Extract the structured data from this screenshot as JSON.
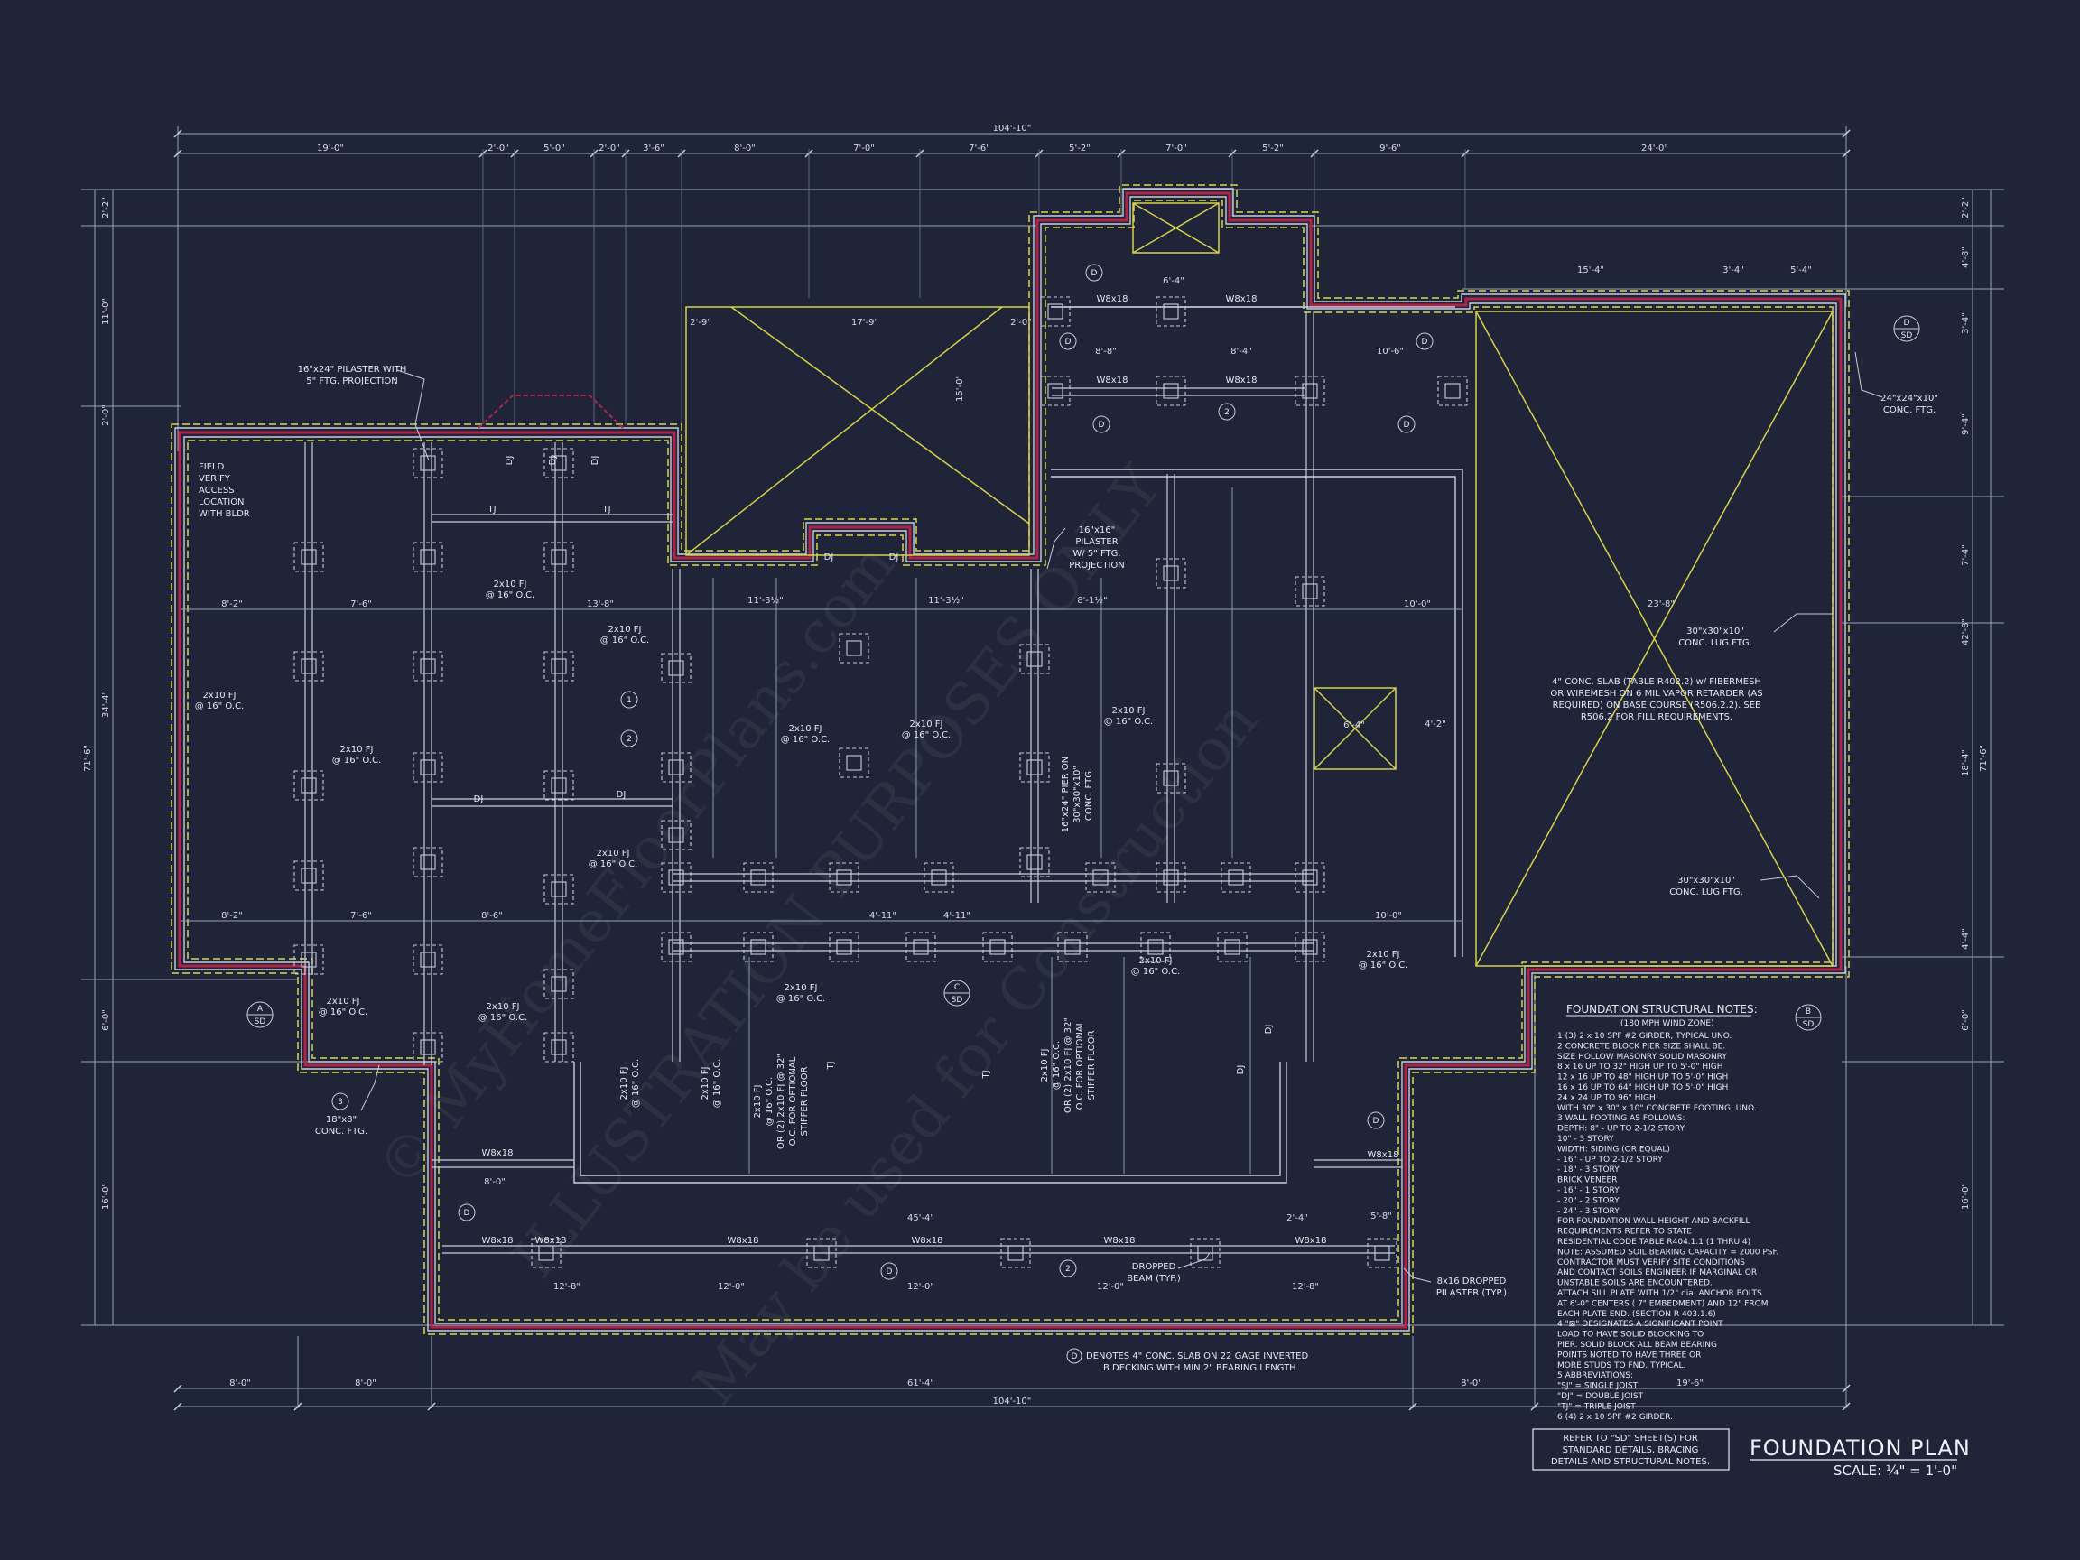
{
  "sheet": {
    "title": "FOUNDATION PLAN",
    "scale": "SCALE: ¼\" = 1'-0\"",
    "refer_note": [
      "REFER TO \"SD\" SHEET(S) FOR",
      "STANDARD DETAILS, BRACING",
      "DETAILS AND STRUCTURAL NOTES."
    ],
    "watermark": [
      "© MyHomeFloorPlans.com",
      "ILLUSTRATION PURPOSES ONLY",
      "May be used for Construction"
    ]
  },
  "dims": {
    "overall_top": "104'-10\"",
    "top_row": [
      "19'-0\"",
      "2'-0\"",
      "5'-0\"",
      "2'-0\"",
      "3'-6\"",
      "8'-0\"",
      "7'-0\"",
      "7'-6\"",
      "5'-2\"",
      "7'-0\"",
      "5'-2\"",
      "9'-6\"",
      "24'-0\""
    ],
    "overall_bottom": "104'-10\"",
    "bottom_row": [
      "8'-0\"",
      "8'-0\"",
      "61'-4\"",
      "8'-0\"",
      "19'-6\""
    ],
    "left_overall": "71'-6\"",
    "left_row": [
      "2'-2\"",
      "11'-0\"",
      "2'-0\"",
      "34'-4\"",
      "6'-0\"",
      "16'-0\""
    ],
    "right_overall": "71'-6\"",
    "right_row": [
      "2'-2\"",
      "4'-8\"",
      "3'-4\"",
      "9'-4\"",
      "7'-4\"",
      "42'-8\"",
      "18'-4\"",
      "4'-4\"",
      "6'-0\"",
      "16'-0\""
    ],
    "inner": [
      "8'-2\"",
      "7'-6\"",
      "13'-8\"",
      "11'-3½\"",
      "11'-3½\"",
      "8'-1½\"",
      "10'-0\"",
      "23'-8\"",
      "8'-2\"",
      "7'-6\"",
      "8'-6\"",
      "4'-11\"",
      "4'-11\"",
      "10'-0\"",
      "15'-4\"",
      "3'-4\"",
      "5'-4\"",
      "17'-9\"",
      "2'-9\"",
      "2'-0\"",
      "6'-4\"",
      "15'-0\"",
      "8'-8\"",
      "8'-4\"",
      "10'-6\"",
      "6'-4\"",
      "45'-4\"",
      "2'-4\"",
      "12'-8\"",
      "12'-0\"",
      "12'-0\"",
      "12'-0\"",
      "12'-8\"",
      "8'-0\"",
      "5'-8\"",
      "4'-2\""
    ]
  },
  "labels": {
    "pilaster_16x24": [
      "16\"x24\" PILASTER WITH",
      "5\" FTG. PROJECTION"
    ],
    "field_verify": [
      "FIELD",
      "VERIFY",
      "ACCESS",
      "LOCATION",
      "WITH BLDR"
    ],
    "pilaster_16x16": [
      "16\"x16\"",
      "PILASTER",
      "W/ 5\" FTG.",
      "PROJECTION"
    ],
    "conc_24": [
      "24\"x24\"x10\"",
      "CONC. FTG."
    ],
    "lug_1": [
      "30\"x30\"x10\"",
      "CONC. LUG FTG."
    ],
    "lug_2": [
      "30\"x30\"x10\"",
      "CONC. LUG FTG."
    ],
    "slab": [
      "4\" CONC. SLAB (TABLE R402.2) w/ FIBERMESH",
      "OR WIREMESH ON 6 MIL VAPOR RETARDER (AS",
      "REQUIRED) ON BASE COURSE (R506.2.2). SEE",
      "R506.2 FOR FILL REQUIREMENTS."
    ],
    "conc_18": [
      "18\"x8\"",
      "CONC. FTG."
    ],
    "dropped_beam": [
      "DROPPED",
      "BEAM (TYP.)"
    ],
    "dropped_pilaster": [
      "8x16 DROPPED",
      "PILASTER (TYP.)"
    ],
    "denotes": [
      "DENOTES 4\" CONC. SLAB ON 22 GAGE INVERTED",
      "B DECKING WITH MIN 2\" BEARING LENGTH"
    ],
    "pier": [
      "16\"x24\" PIER ON",
      "30\"x30\"x10\"",
      "CONC. FTG."
    ],
    "stiffer_1": [
      "2x10 FJ",
      "@ 16\" O.C.",
      "OR (2) 2x10 FJ @ 32\"",
      "O.C. FOR OPTIONAL",
      "STIFFER FLOOR"
    ],
    "stiffer_2": [
      "2x10 FJ",
      "@ 16\" O.C.",
      "OR (2) 2x10 FJ @ 32\"",
      "O.C. FOR OPTIONAL",
      "STIFFER FLOOR"
    ],
    "fj": "2x10 FJ",
    "fj_oc": "@ 16\" O.C.",
    "w8": "W8x18",
    "dj": "DJ",
    "tj": "TJ"
  },
  "tags": {
    "a": [
      "A",
      "SD"
    ],
    "b": [
      "B",
      "SD"
    ],
    "c": [
      "C",
      "SD"
    ],
    "d_sd": [
      "D",
      "SD"
    ],
    "d": "D",
    "n1": "1",
    "n2": "2",
    "n3": "3"
  },
  "notes": {
    "heading": "FOUNDATION STRUCTURAL NOTES:",
    "sub": "(180 MPH WIND ZONE)",
    "lines": [
      "1  (3) 2 x 10 SPF #2 GIRDER, TYPICAL UNO.",
      "2  CONCRETE BLOCK PIER SIZE SHALL BE:",
      "   SIZE    HOLLOW MASONRY    SOLID MASONRY",
      "   8 x 16     UP TO 32\" HIGH      UP TO 5'-0\" HIGH",
      "   12 x 16    UP TO 48\" HIGH      UP TO 5'-0\" HIGH",
      "   16 x 16    UP TO 64\" HIGH      UP TO 5'-0\" HIGH",
      "   24 x 24    UP TO 96\" HIGH",
      "   WITH 30\" x 30\" x 10\" CONCRETE FOOTING, UNO.",
      "3  WALL FOOTING AS FOLLOWS:",
      "   DEPTH:  8\" - UP TO 2-1/2 STORY",
      "           10\" - 3 STORY",
      "   WIDTH:  SIDING (OR EQUAL)",
      "           - 16\" - UP TO 2-1/2 STORY",
      "           - 18\" - 3 STORY",
      "           BRICK VENEER",
      "           - 16\" - 1 STORY",
      "           - 20\" - 2 STORY",
      "           - 24\" - 3 STORY",
      "FOR FOUNDATION WALL HEIGHT AND BACKFILL",
      "REQUIREMENTS REFER TO STATE",
      "RESIDENTIAL CODE TABLE R404.1.1 (1 THRU 4)",
      "NOTE: ASSUMED SOIL BEARING CAPACITY = 2000 PSF.",
      "CONTRACTOR MUST VERIFY SITE CONDITIONS",
      "AND CONTACT SOILS ENGINEER IF MARGINAL OR",
      "UNSTABLE SOILS ARE ENCOUNTERED.",
      "ATTACH SILL PLATE WITH 1/2\" dia. ANCHOR BOLTS",
      "AT 6'-0\" CENTERS ( 7\" EMBEDMENT) AND 12\" FROM",
      "EACH PLATE END. (SECTION R 403.1.6)",
      "4  \"⊠\" DESIGNATES A SIGNIFICANT POINT",
      "   LOAD TO HAVE SOLID BLOCKING TO",
      "   PIER. SOLID BLOCK ALL BEAM BEARING",
      "   POINTS NOTED TO HAVE THREE OR",
      "   MORE STUDS TO FND. TYPICAL.",
      "5  ABBREVIATIONS:",
      "   \"SJ\" = SINGLE JOIST",
      "   \"DJ\" = DOUBLE JOIST",
      "   \"TJ\" = TRIPLE JOIST",
      "6  (4) 2 x 10 SPF #2 GIRDER."
    ]
  },
  "colors": {
    "background": "#1f2438",
    "line": "#c9cedc",
    "dim_line": "#9aa2b8",
    "footing_yellow": "#d8d64a",
    "wall_red": "#b0244a",
    "x_yellow": "#d6d24a"
  }
}
